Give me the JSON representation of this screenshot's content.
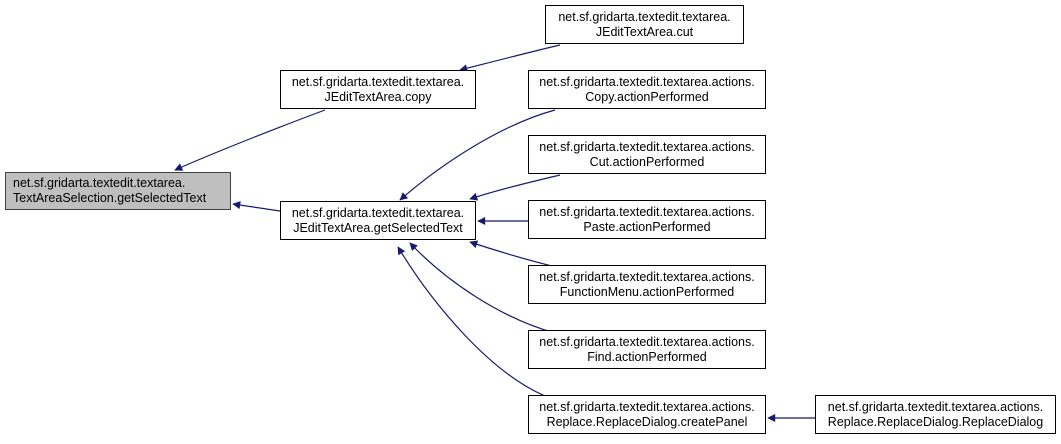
{
  "diagram": {
    "type": "call-graph",
    "edge_color": "#191970",
    "root_fill": "#bfbfbf",
    "nodes": [
      {
        "id": "root",
        "line1": "net.sf.gridarta.textedit.textarea.",
        "line2": "TextAreaSelection.getSelectedText",
        "highlighted": true
      },
      {
        "id": "copy",
        "line1": "net.sf.gridarta.textedit.textarea.",
        "line2": "JEditTextArea.copy"
      },
      {
        "id": "getsel",
        "line1": "net.sf.gridarta.textedit.textarea.",
        "line2": "JEditTextArea.getSelectedText"
      },
      {
        "id": "cut",
        "line1": "net.sf.gridarta.textedit.textarea.",
        "line2": "JEditTextArea.cut"
      },
      {
        "id": "copyap",
        "line1": "net.sf.gridarta.textedit.textarea.actions.",
        "line2": "Copy.actionPerformed"
      },
      {
        "id": "cutap",
        "line1": "net.sf.gridarta.textedit.textarea.actions.",
        "line2": "Cut.actionPerformed"
      },
      {
        "id": "pasteap",
        "line1": "net.sf.gridarta.textedit.textarea.actions.",
        "line2": "Paste.actionPerformed"
      },
      {
        "id": "funcap",
        "line1": "net.sf.gridarta.textedit.textarea.actions.",
        "line2": "FunctionMenu.actionPerformed"
      },
      {
        "id": "findap",
        "line1": "net.sf.gridarta.textedit.textarea.actions.",
        "line2": "Find.actionPerformed"
      },
      {
        "id": "createpanel",
        "line1": "net.sf.gridarta.textedit.textarea.actions.",
        "line2": "Replace.ReplaceDialog.createPanel"
      },
      {
        "id": "replacedialog",
        "line1": "net.sf.gridarta.textedit.textarea.actions.",
        "line2": "Replace.ReplaceDialog.ReplaceDialog"
      }
    ],
    "edges": [
      {
        "from": "copy",
        "to": "root"
      },
      {
        "from": "getsel",
        "to": "root"
      },
      {
        "from": "cut",
        "to": "copy"
      },
      {
        "from": "copyap",
        "to": "getsel"
      },
      {
        "from": "cutap",
        "to": "getsel"
      },
      {
        "from": "pasteap",
        "to": "getsel"
      },
      {
        "from": "funcap",
        "to": "getsel"
      },
      {
        "from": "findap",
        "to": "getsel"
      },
      {
        "from": "createpanel",
        "to": "getsel"
      },
      {
        "from": "replacedialog",
        "to": "createpanel"
      }
    ]
  }
}
